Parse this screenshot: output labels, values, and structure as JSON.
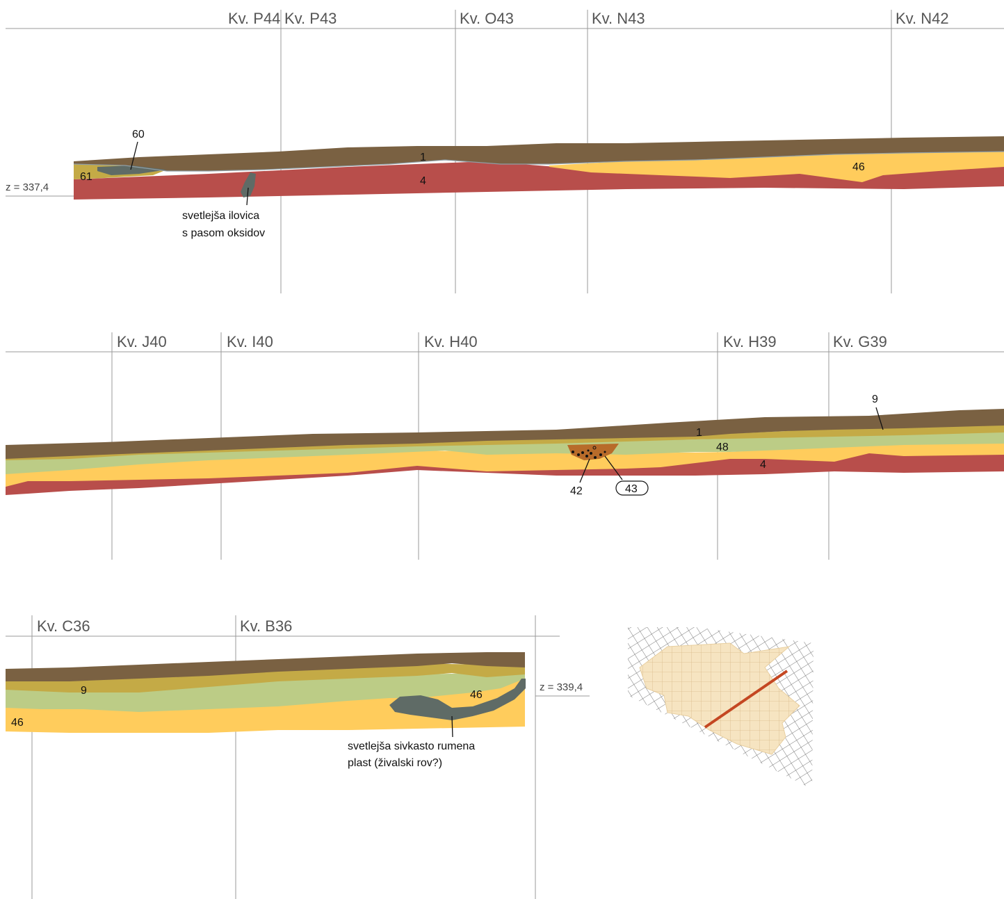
{
  "colors": {
    "topsoil": "#7a6142",
    "red": "#b84e4b",
    "yellow": "#ffcc5c",
    "olive": "#c4aa46",
    "green": "#bccc86",
    "gray": "#5f6b66",
    "pit": "#b86b2a",
    "map_fill": "#f6e4c1",
    "map_line": "#c44722"
  },
  "section1": {
    "squares": [
      "Kv. P44",
      "Kv. P43",
      "Kv. O43",
      "Kv. N43",
      "Kv. N42"
    ],
    "elevation": "z = 337,4",
    "labels": {
      "l60": "60",
      "l61": "61",
      "l1": "1",
      "l4": "4",
      "l46": "46"
    },
    "note_line1": "svetlejša ilovica",
    "note_line2": "s pasom oksidov"
  },
  "section2": {
    "squares": [
      "Kv. J40",
      "Kv. I40",
      "Kv. H40",
      "Kv. H39",
      "Kv. G39"
    ],
    "labels": {
      "l9": "9",
      "l1": "1",
      "l48": "48",
      "l4": "4",
      "l42": "42",
      "l43": "43"
    }
  },
  "section3": {
    "squares": [
      "Kv. C36",
      "Kv. B36"
    ],
    "elevation": "z = 339,4",
    "labels": {
      "l9": "9",
      "l46a": "46",
      "l46b": "46"
    },
    "note_line1": "svetlejša sivkasto rumena",
    "note_line2": "plast (živalski rov?)"
  },
  "map": {
    "icon": "site-location-map"
  }
}
